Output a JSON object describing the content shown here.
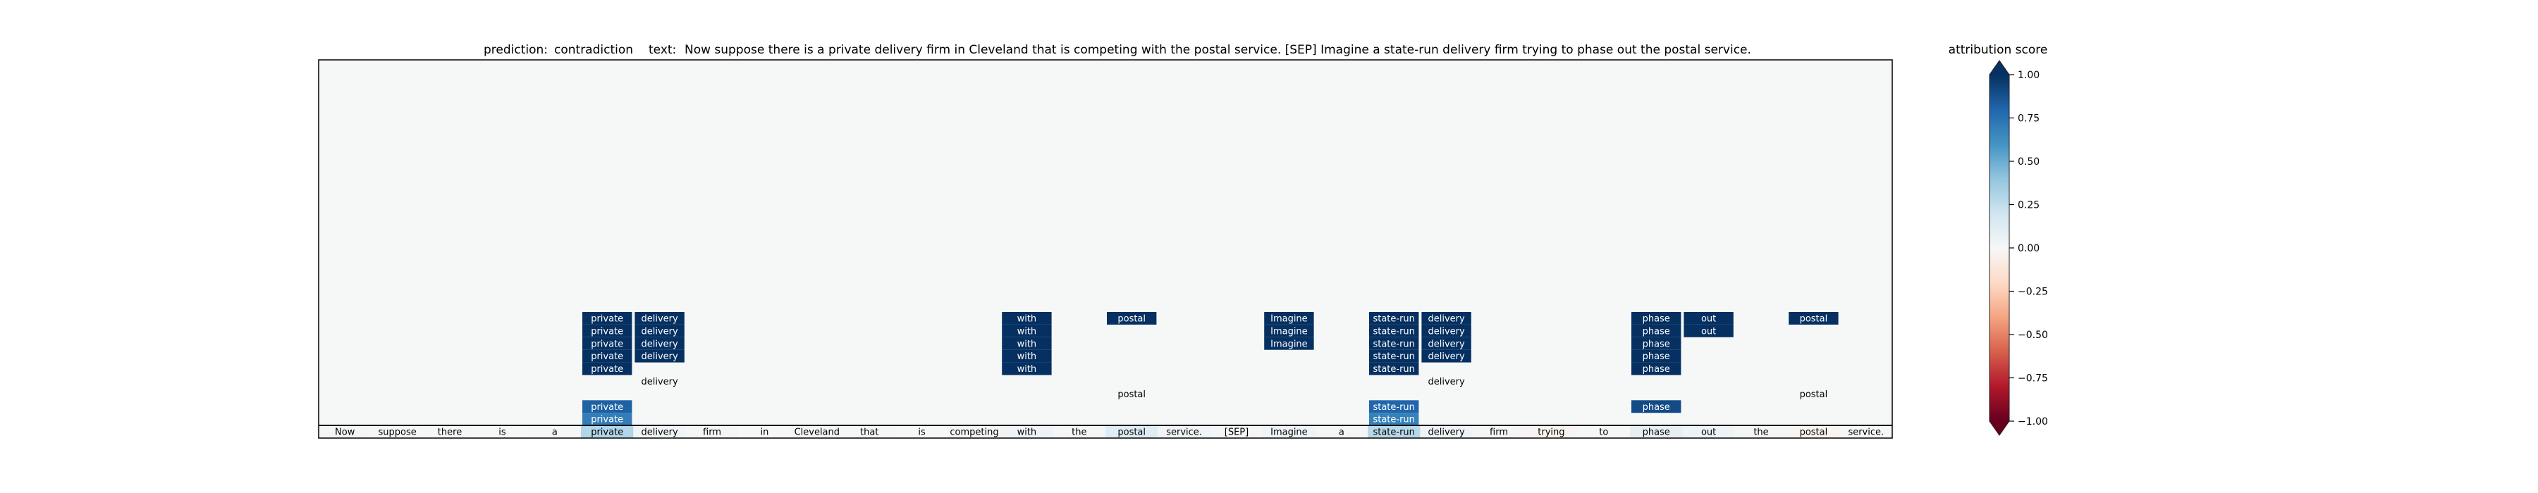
{
  "title": {
    "prediction_label": "prediction:",
    "prediction_value": "contradiction",
    "text_label": "text:",
    "text_value": "Now suppose there is a private delivery firm in Cleveland that is competing with the postal service. [SEP] Imagine a state-run delivery firm trying to phase out the postal service."
  },
  "colorbar": {
    "title": "attribution score",
    "ticks": [
      "1.00",
      "0.75",
      "0.50",
      "0.25",
      "0.00",
      "−0.25",
      "−0.50",
      "−0.75",
      "−1.00"
    ],
    "colors": [
      "#67001f",
      "#b2182b",
      "#d6604d",
      "#f4a582",
      "#fddbc7",
      "#f7f7f7",
      "#d1e5f0",
      "#92c5de",
      "#4393c3",
      "#2166ac",
      "#053061"
    ]
  },
  "chart_data": {
    "type": "heatmap",
    "tokens": [
      "Now",
      "suppose",
      "there",
      "is",
      "a",
      "private",
      "delivery",
      "firm",
      "in",
      "Cleveland",
      "that",
      "is",
      "competing",
      "with",
      "the",
      "postal",
      "service.",
      "[SEP]",
      "Imagine",
      "a",
      "state-run",
      "delivery",
      "firm",
      "trying",
      "to",
      "phase",
      "out",
      "the",
      "postal",
      "service."
    ],
    "layers": 30,
    "color_range": [
      -1.0,
      1.0
    ],
    "base_attribution": [
      0.02,
      0.01,
      0.01,
      0.0,
      0.01,
      0.3,
      0.03,
      0.02,
      0.0,
      0.02,
      0.01,
      0.0,
      0.02,
      0.04,
      0.02,
      0.12,
      0.03,
      0.02,
      0.05,
      0.02,
      0.28,
      0.04,
      0.02,
      -0.03,
      0.01,
      0.09,
      0.05,
      0.02,
      -0.02,
      0.0
    ],
    "highlighted_cells": [
      {
        "token_index": 5,
        "layer": 1,
        "value": 0.7
      },
      {
        "token_index": 5,
        "layer": 2,
        "value": 0.82
      },
      {
        "token_index": 20,
        "layer": 1,
        "value": 0.68
      },
      {
        "token_index": 20,
        "layer": 2,
        "value": 0.8
      },
      {
        "token_index": 25,
        "layer": 2,
        "value": 0.9
      },
      {
        "token_index": 5,
        "layer": 5,
        "value": 1.0
      },
      {
        "token_index": 5,
        "layer": 6,
        "value": 1.0
      },
      {
        "token_index": 5,
        "layer": 7,
        "value": 1.0
      },
      {
        "token_index": 5,
        "layer": 8,
        "value": 1.0
      },
      {
        "token_index": 5,
        "layer": 9,
        "value": 1.0
      },
      {
        "token_index": 6,
        "layer": 6,
        "value": 1.0
      },
      {
        "token_index": 6,
        "layer": 7,
        "value": 1.0
      },
      {
        "token_index": 6,
        "layer": 8,
        "value": 1.0
      },
      {
        "token_index": 6,
        "layer": 9,
        "value": 1.0
      },
      {
        "token_index": 13,
        "layer": 5,
        "value": 1.0
      },
      {
        "token_index": 13,
        "layer": 6,
        "value": 1.0
      },
      {
        "token_index": 13,
        "layer": 7,
        "value": 1.0
      },
      {
        "token_index": 13,
        "layer": 8,
        "value": 1.0
      },
      {
        "token_index": 13,
        "layer": 9,
        "value": 1.0
      },
      {
        "token_index": 15,
        "layer": 9,
        "value": 1.0
      },
      {
        "token_index": 18,
        "layer": 7,
        "value": 1.0
      },
      {
        "token_index": 18,
        "layer": 8,
        "value": 1.0
      },
      {
        "token_index": 18,
        "layer": 9,
        "value": 1.0
      },
      {
        "token_index": 20,
        "layer": 5,
        "value": 1.0
      },
      {
        "token_index": 20,
        "layer": 6,
        "value": 1.0
      },
      {
        "token_index": 20,
        "layer": 7,
        "value": 1.0
      },
      {
        "token_index": 20,
        "layer": 8,
        "value": 1.0
      },
      {
        "token_index": 20,
        "layer": 9,
        "value": 1.0
      },
      {
        "token_index": 21,
        "layer": 6,
        "value": 1.0
      },
      {
        "token_index": 21,
        "layer": 7,
        "value": 1.0
      },
      {
        "token_index": 21,
        "layer": 8,
        "value": 1.0
      },
      {
        "token_index": 21,
        "layer": 9,
        "value": 1.0
      },
      {
        "token_index": 25,
        "layer": 5,
        "value": 1.0
      },
      {
        "token_index": 25,
        "layer": 6,
        "value": 1.0
      },
      {
        "token_index": 25,
        "layer": 7,
        "value": 1.0
      },
      {
        "token_index": 25,
        "layer": 8,
        "value": 1.0
      },
      {
        "token_index": 25,
        "layer": 9,
        "value": 1.0
      },
      {
        "token_index": 26,
        "layer": 8,
        "value": 1.0
      },
      {
        "token_index": 26,
        "layer": 9,
        "value": 1.0
      },
      {
        "token_index": 28,
        "layer": 9,
        "value": 1.0
      }
    ],
    "faint_labels": [
      {
        "token_index": 6,
        "layer": 4
      },
      {
        "token_index": 15,
        "layer": 3
      },
      {
        "token_index": 21,
        "layer": 4
      },
      {
        "token_index": 28,
        "layer": 3
      }
    ],
    "colorbar_ticks": [
      1.0,
      0.75,
      0.5,
      0.25,
      0.0,
      -0.25,
      -0.5,
      -0.75,
      -1.0
    ],
    "colorbar_range": [
      -1.0,
      1.0
    ]
  }
}
